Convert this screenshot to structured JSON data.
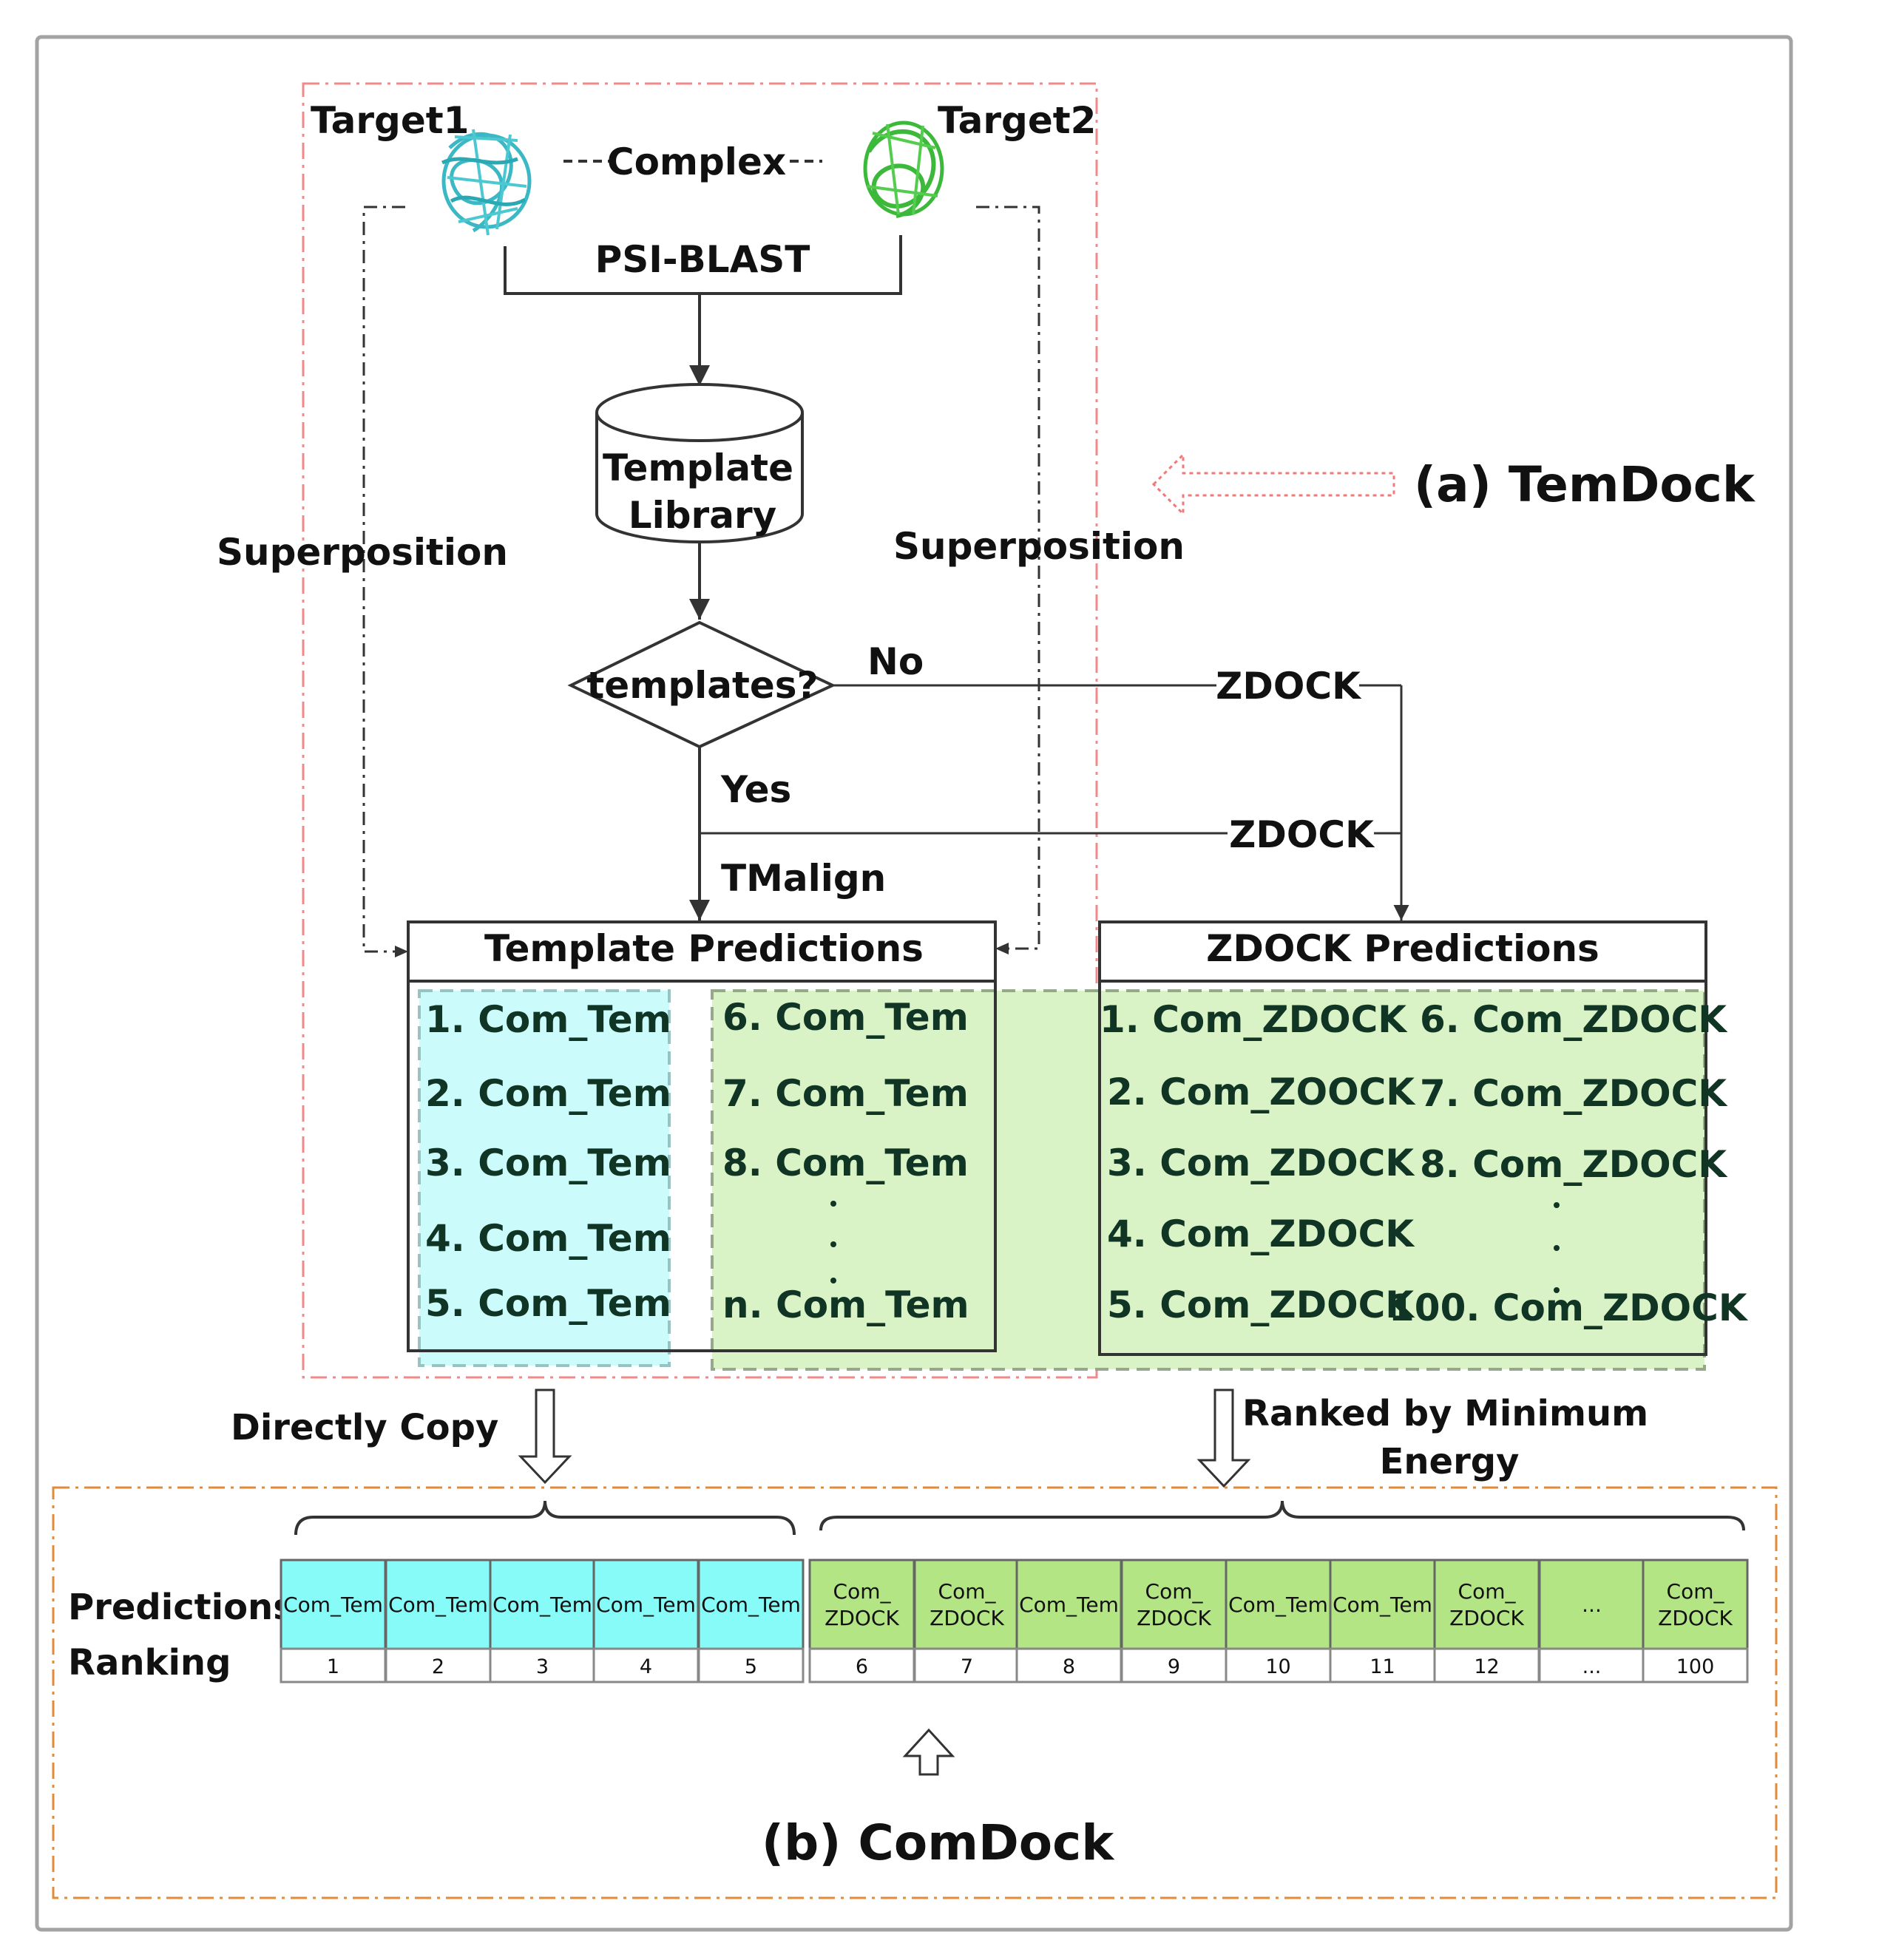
{
  "temdock": {
    "label": "(a) TemDock",
    "target1": "Target1",
    "target2": "Target2",
    "complex": "Complex",
    "psiblast": "PSI-BLAST",
    "library_line1": "Template",
    "library_line2": "Library",
    "superposition_left": "Superposition",
    "superposition_right": "Superposition",
    "decision": "templates?",
    "no": "No",
    "yes": "Yes",
    "zdock_top": "ZDOCK",
    "zdock_mid": "ZDOCK",
    "tmalign": "TMalign",
    "template_predictions_title": "Template Predictions",
    "zdock_predictions_title": "ZDOCK Predictions",
    "template_list_left": [
      "1. Com_Tem",
      "2. Com_Tem",
      "3. Com_Tem",
      "4. Com_Tem",
      "5. Com_Tem"
    ],
    "template_list_right": [
      "6. Com_Tem",
      "7. Com_Tem",
      "8. Com_Tem",
      "n. Com_Tem"
    ],
    "zdock_list_left": [
      "1. Com_ZDOCK",
      "2. Com_ZOOCK",
      "3. Com_ZDOCK",
      "4. Com_ZDOCK",
      "5. Com_ZDOCK"
    ],
    "zdock_list_right": [
      "6. Com_ZDOCK",
      "7. Com_ZDOCK",
      "8. Com_ZDOCK",
      "100. Com_ZDOCK"
    ]
  },
  "transitions": {
    "directly_copy": "Directly Copy",
    "ranked_line1": "Ranked by Minimum",
    "ranked_line2": "Energy"
  },
  "comdock": {
    "label": "(b) ComDock",
    "predictions_label": "Predictions",
    "ranking_label": "Ranking",
    "cells": [
      {
        "line1": "Com_Tem",
        "line2": "",
        "rank": "1",
        "group": "template"
      },
      {
        "line1": "Com_Tem",
        "line2": "",
        "rank": "2",
        "group": "template"
      },
      {
        "line1": "Com_Tem",
        "line2": "",
        "rank": "3",
        "group": "template"
      },
      {
        "line1": "Com_Tem",
        "line2": "",
        "rank": "4",
        "group": "template"
      },
      {
        "line1": "Com_Tem",
        "line2": "",
        "rank": "5",
        "group": "template"
      },
      {
        "line1": "Com_",
        "line2": "ZDOCK",
        "rank": "6",
        "group": "mixed"
      },
      {
        "line1": "Com_",
        "line2": "ZDOCK",
        "rank": "7",
        "group": "mixed"
      },
      {
        "line1": "Com_Tem",
        "line2": "",
        "rank": "8",
        "group": "mixed"
      },
      {
        "line1": "Com_",
        "line2": "ZDOCK",
        "rank": "9",
        "group": "mixed"
      },
      {
        "line1": "Com_Tem",
        "line2": "",
        "rank": "10",
        "group": "mixed"
      },
      {
        "line1": "Com_Tem",
        "line2": "",
        "rank": "11",
        "group": "mixed"
      },
      {
        "line1": "Com_",
        "line2": "ZDOCK",
        "rank": "12",
        "group": "mixed"
      },
      {
        "line1": "...",
        "line2": "",
        "rank": "...",
        "group": "mixed"
      },
      {
        "line1": "Com_",
        "line2": "ZDOCK",
        "rank": "100",
        "group": "mixed"
      }
    ]
  },
  "colors": {
    "cyan_fill": "#86fbf8",
    "cyan_region": "#ccfbfb",
    "green_fill": "#b4e585",
    "green_region": "#d9f2c6",
    "pink_dash": "#f08a8a",
    "orange_dash": "#e08a3a",
    "frame_gray": "#a3a3a3",
    "protein_teal": "#3bb8c4",
    "protein_green": "#3cb83a"
  }
}
